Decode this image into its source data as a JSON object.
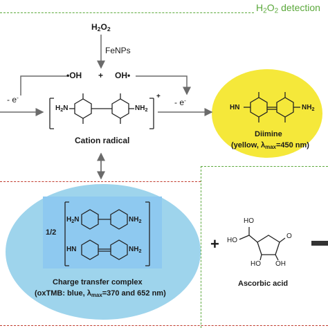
{
  "header": {
    "label_main": "H",
    "label_sub": "2",
    "label_mid": "O",
    "label_sub2": "2",
    "label_tail": " detection"
  },
  "top": {
    "h2o2_main": "H",
    "h2o2_sub": "2",
    "h2o2_mid": "O",
    "h2o2_sub2": "2",
    "catalyst": "FeNPs",
    "oh_radical_left": "•OH",
    "plus": "+",
    "oh_radical_right": "OH•",
    "electron_left": "- e",
    "electron_left_sup": "-",
    "electron_right": "- e",
    "electron_right_sup": "-"
  },
  "cation": {
    "label": "Cation radical",
    "charge": "+",
    "amine_left": "H",
    "amine_left_sub": "2",
    "amine_left_n": "N",
    "amine_right": "NH",
    "amine_right_sub": "2"
  },
  "diimine": {
    "label": "Diimine",
    "note_pre": "(yellow, λ",
    "note_sub": "max",
    "note_post": "=450 nm)",
    "left_group": "HN",
    "right_group": "NH",
    "right_sub": "2"
  },
  "complex": {
    "fraction": "1/2",
    "label": "Charge transfer complex",
    "note_pre": "(oxTMB: blue, λ",
    "note_sub": "max",
    "note_post": "=370 and 652 nm)",
    "top_left": "H",
    "top_left_sub": "2",
    "top_left_n": "N",
    "top_right": "NH",
    "top_right_sub": "2",
    "bottom_left": "HN",
    "bottom_right": "NH",
    "bottom_right_sub": "2"
  },
  "ascorbic": {
    "plus": "+",
    "label": "Ascorbic acid",
    "oh_top": "HO",
    "oh_left": "HO",
    "oh_bottom_left": "HO",
    "oh_bottom_right": "OH",
    "carbonyl": "O"
  },
  "colors": {
    "green_dash": "#5aa83a",
    "red_dash": "#c0392b",
    "yellow": "#f5e83a",
    "blue": "#9ed4ec",
    "blue_inner": "#8ec9f0"
  }
}
